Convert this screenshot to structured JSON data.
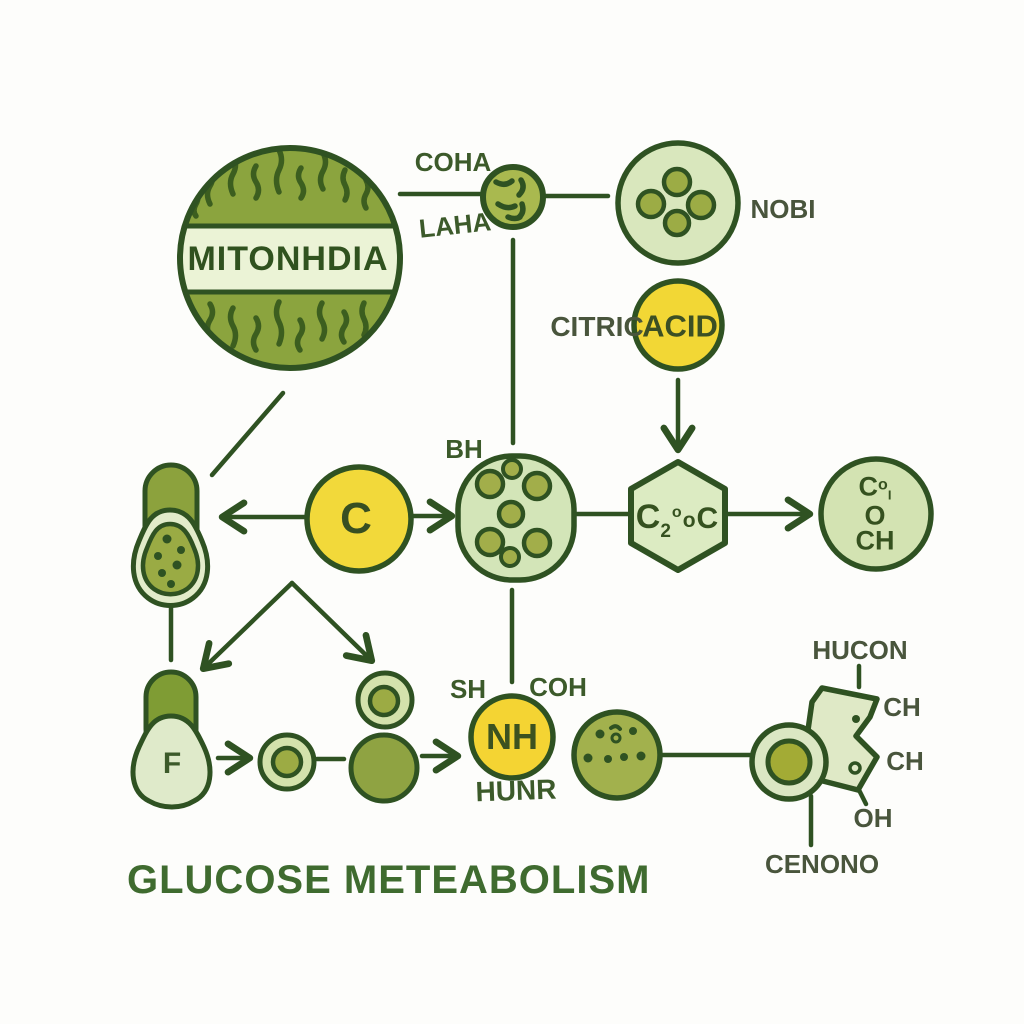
{
  "title": "GLUCOSE METEABOLISM",
  "colors": {
    "ink": "#2f5222",
    "label_text": "#3c5a2a",
    "yellow": "#f2d93a",
    "light_green": "#d9e7bd",
    "pale_green": "#ebf3d6",
    "olive": "#8ca23d",
    "olive_light": "#a2b14d"
  },
  "nodes": {
    "mitochondria": {
      "label": "MITONHDIA"
    },
    "granule": {
      "top_label": "COHA",
      "bottom_label": "LAHA"
    },
    "nobi": {
      "label": "NOBI"
    },
    "citric": {
      "outside_label": "CITRIC",
      "inside_label": "ACID"
    },
    "c_node": {
      "label": "C"
    },
    "bh_node": {
      "label": "BH"
    },
    "hexagon": {
      "formula": {
        "c1": "C",
        "sub": "2",
        "sup": "o",
        "mid": "o",
        "c2": "C"
      }
    },
    "co2_node": {
      "l1_main": "C",
      "l1_sup": "o",
      "l1_sub": "I",
      "l2": "O",
      "l3": "CH"
    },
    "f_node": {
      "label": "F"
    },
    "nh_node": {
      "left_label": "SH",
      "right_label": "COH",
      "label": "NH",
      "bottom_label": "HUNR"
    },
    "molecule": {
      "top_label": "HUCON",
      "ch_upper": "CH",
      "ch_lower": "CH",
      "oh_label": "OH",
      "bottom_label": "CENONO"
    }
  }
}
